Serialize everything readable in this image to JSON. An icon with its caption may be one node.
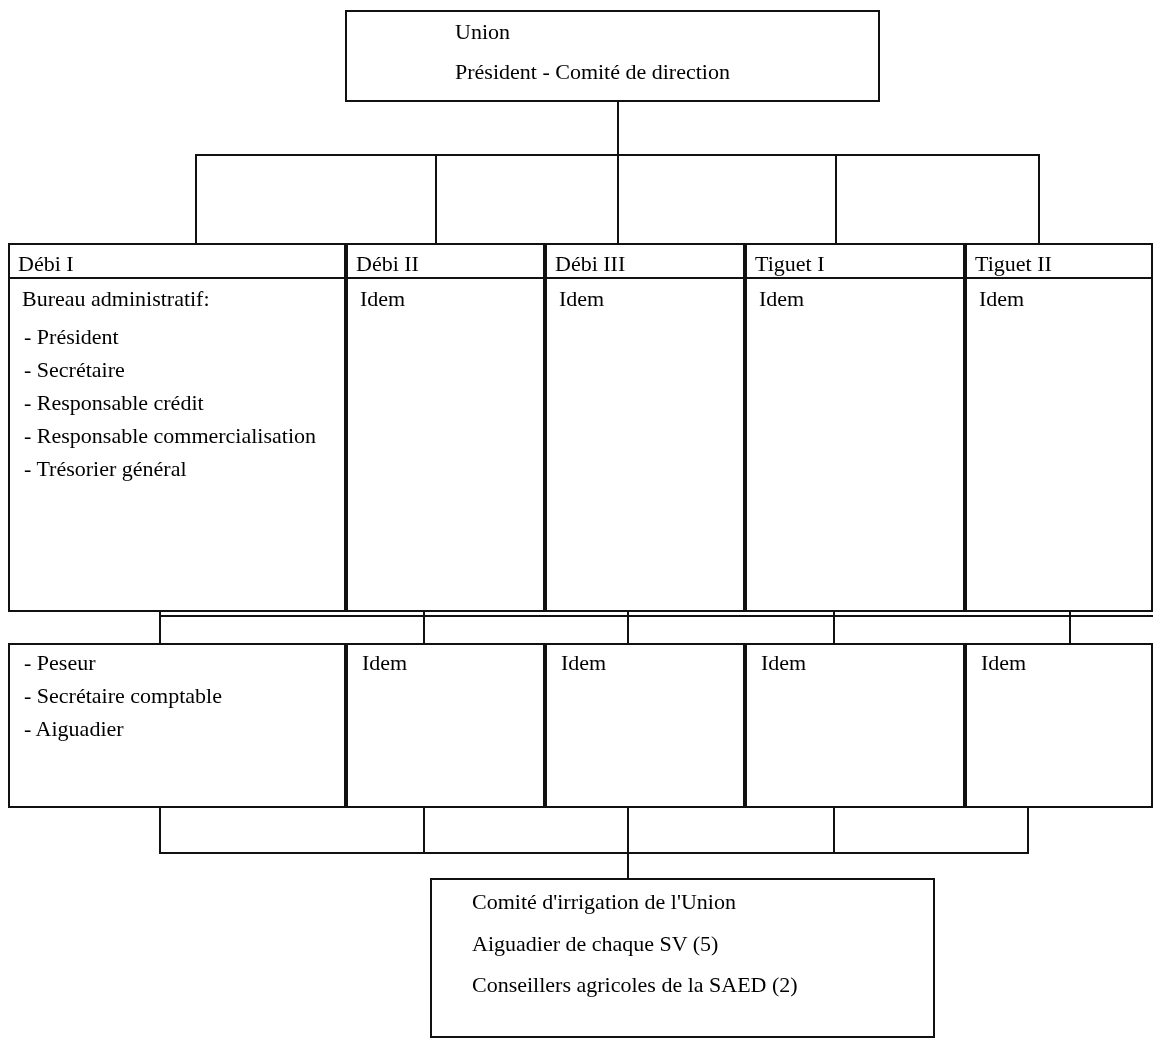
{
  "diagram": {
    "nodes": [
      {
        "text": [
          "Union",
          "Président - Comité de direction"
        ]
      },
      {
        "text": [
          "Débi I",
          "Bureau administratif:",
          "- Président",
          "- Secrétaire",
          "- Responsable crédit",
          "- Responsable commercialisation",
          "- Trésorier général"
        ]
      },
      {
        "text": [
          "Débi II",
          "Idem"
        ]
      },
      {
        "text": [
          "Débi III",
          "Idem"
        ]
      },
      {
        "text": [
          "Tiguet I",
          "Idem"
        ]
      },
      {
        "text": [
          "Tiguet II",
          "Idem"
        ]
      },
      {
        "text": [
          "- Peseur",
          "- Secrétaire comptable",
          "- Aiguadier"
        ]
      },
      {
        "text": [
          "Idem"
        ]
      },
      {
        "text": [
          "Idem"
        ]
      },
      {
        "text": [
          "Idem"
        ]
      },
      {
        "text": [
          "Idem"
        ]
      },
      {
        "text": [
          "Comité d'irrigation de l'Union",
          "Aiguadier de chaque SV (5)",
          "Conseillers agricoles de la SAED (2)"
        ]
      }
    ],
    "edges": [
      {
        "from": 0,
        "to": 1,
        "arrow": "none"
      },
      {
        "from": 0,
        "to": 2,
        "arrow": "none"
      },
      {
        "from": 0,
        "to": 3,
        "arrow": "none"
      },
      {
        "from": 0,
        "to": 4,
        "arrow": "none"
      },
      {
        "from": 0,
        "to": 5,
        "arrow": "none"
      },
      {
        "from": 1,
        "to": 6,
        "arrow": "none"
      },
      {
        "from": 2,
        "to": 7,
        "arrow": "none"
      },
      {
        "from": 3,
        "to": 8,
        "arrow": "none"
      },
      {
        "from": 4,
        "to": 9,
        "arrow": "none"
      },
      {
        "from": 5,
        "to": 10,
        "arrow": "none"
      },
      {
        "from": 6,
        "to": 11,
        "arrow": "none"
      },
      {
        "from": 7,
        "to": 11,
        "arrow": "none"
      },
      {
        "from": 8,
        "to": 11,
        "arrow": "none"
      },
      {
        "from": 9,
        "to": 11,
        "arrow": "none"
      },
      {
        "from": 10,
        "to": 11,
        "arrow": "none"
      }
    ]
  }
}
